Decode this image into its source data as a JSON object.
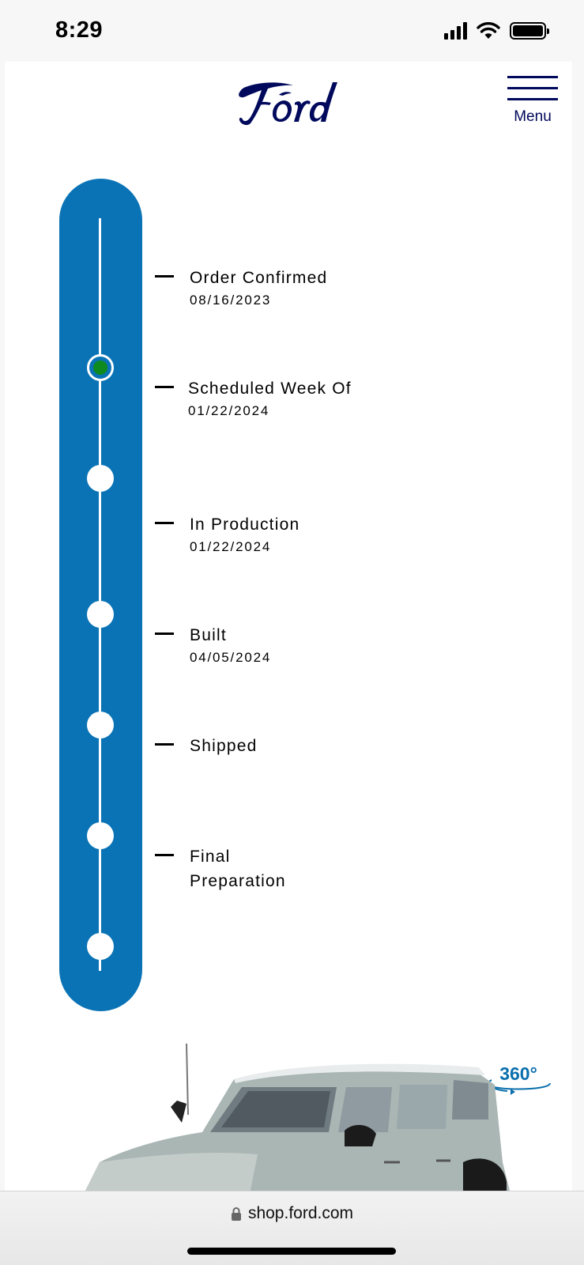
{
  "status": {
    "time": "8:29"
  },
  "header": {
    "menu_label": "Menu"
  },
  "tracker": {
    "steps": [
      {
        "label": "Order Confirmed",
        "date": "08/16/2023",
        "active": true
      },
      {
        "label": "Scheduled Week Of",
        "date": "01/22/2024",
        "active": false
      },
      {
        "label": "In Production",
        "date": "01/22/2024",
        "active": false
      },
      {
        "label": "Built",
        "date": "04/05/2024",
        "active": false
      },
      {
        "label": "Shipped",
        "date": "",
        "active": false
      },
      {
        "label": "Final Preparation",
        "date": "",
        "active": false
      }
    ]
  },
  "vehicle": {
    "badge": "360°"
  },
  "browser": {
    "url": "shop.ford.com"
  },
  "colors": {
    "ford_blue": "#00095b",
    "tracker_blue": "#0a73b5",
    "active_green": "#0f8a1f"
  },
  "icons": [
    "signal-icon",
    "wifi-icon",
    "battery-icon",
    "ford-logo",
    "menu-icon",
    "lock-icon",
    "rotate-360-icon"
  ]
}
